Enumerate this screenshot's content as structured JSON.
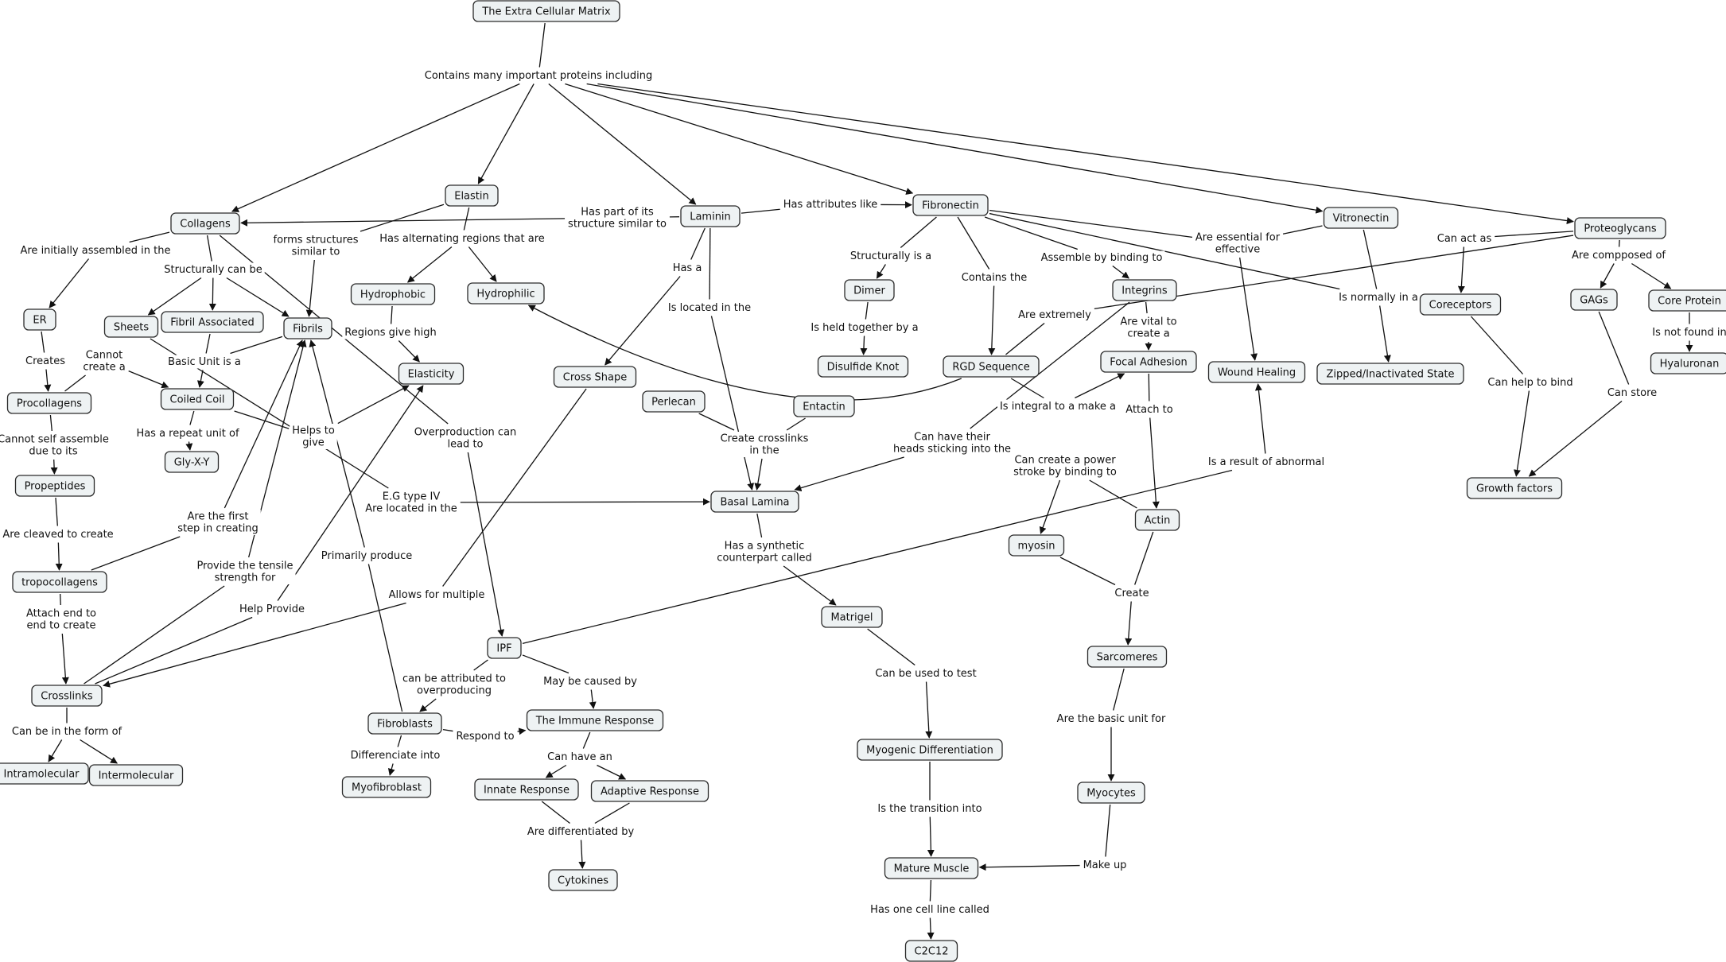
{
  "title": "The Extra Cellular Matrix",
  "concepts": {
    "ecm": "The Extra Cellular Matrix",
    "collagens": "Collagens",
    "elastin": "Elastin",
    "laminin": "Laminin",
    "fibronectin": "Fibronectin",
    "vitronectin": "Vitronectin",
    "proteoglycans": "Proteoglycans",
    "er": "ER",
    "sheets": "Sheets",
    "fibril_assoc": "Fibril Associated",
    "fibrils": "Fibrils",
    "hydrophobic": "Hydrophobic",
    "hydrophilic": "Hydrophilic",
    "elasticity": "Elasticity",
    "procollagens": "Procollagens",
    "coiled_coil": "Coiled Coil",
    "glyxy": "Gly-X-Y",
    "propeptides": "Propeptides",
    "tropocollagens": "tropocollagens",
    "crosslinks": "Crosslinks",
    "intramolecular": "Intramolecular",
    "intermolecular": "Intermolecular",
    "cross_shape": "Cross Shape",
    "perlecan": "Perlecan",
    "entactin": "Entactin",
    "basal_lamina": "Basal Lamina",
    "dimer": "Dimer",
    "disulfide": "Disulfide Knot",
    "rgd": "RGD Sequence",
    "integrins": "Integrins",
    "focal_adhesion": "Focal Adhesion",
    "wound_healing": "Wound Healing",
    "zipped": "Zipped/Inactivated State",
    "coreceptors": "Coreceptors",
    "gags": "GAGs",
    "core_protein": "Core Protein",
    "hyaluronan": "Hyaluronan",
    "growth_factors": "Growth factors",
    "actin": "Actin",
    "myosin": "myosin",
    "matrigel": "Matrigel",
    "ipf": "IPF",
    "fibroblasts": "Fibroblasts",
    "immune": "The Immune Response",
    "myofibroblast": "Myofibroblast",
    "innate": "Innate Response",
    "adaptive": "Adaptive Response",
    "cytokines": "Cytokines",
    "myogenic": "Myogenic Differentiation",
    "mature_muscle": "Mature Muscle",
    "c2c12": "C2C12",
    "sarcomeres": "Sarcomeres",
    "myocytes": "Myocytes"
  },
  "linking_phrases": {
    "contains_proteins": "Contains many important proteins including",
    "initially_assembled": "Are initially assembled in the",
    "structurally_can_be": "Structurally can be",
    "forms_structures": "forms structures\nsimilar to",
    "alternating_regions": "Has alternating regions that are",
    "part_structure": "Has part of its\nstructure similar to",
    "has_attributes": "Has attributes like",
    "has_a": "Has a",
    "located_in": "Is located in the",
    "structurally_is_a": "Structurally is a",
    "contains_the": "Contains the",
    "assemble_binding": "Assemble by binding to",
    "essential_for": "Are essential for\neffective",
    "normally_in": "Is normally in a",
    "can_act_as": "Can act as",
    "composed_of": "Are compposed of",
    "creates": "Creates",
    "cannot_create": "Cannot\ncreate a",
    "basic_unit": "Basic Unit is a",
    "regions_give_high": "Regions give high",
    "held_together": "Is held together by a",
    "are_extremely": "Are extremely",
    "vital_create": "Are vital to\ncreate a",
    "not_found_in": "Is not found in",
    "cannot_self_assemble": "Cannot self assemble\ndue to its",
    "repeat_unit": "Has a repeat unit of",
    "helps_give": "Helps to\ngive",
    "overproduction": "Overproduction can\nlead to",
    "create_crosslinks": "Create crosslinks\nin the",
    "heads_sticking": "Can have their\nheads sticking into the",
    "integral_to": "Is integral to a make a",
    "attach_to": "Attach to",
    "help_bind": "Can help to bind",
    "can_store": "Can store",
    "eg_type_iv": "E.G type IV\nAre located in the",
    "power_stroke": "Can create a power\nstroke by binding to",
    "result_abnormal": "Is a result of abnormal",
    "cleaved": "Are cleaved to create",
    "first_step": "Are the first\nstep in creating",
    "tensile": "Provide the tensile\nstrength for",
    "primarily_produce": "Primarily produce",
    "synthetic": "Has a synthetic\ncounterpart called",
    "attach_end": "Attach end to\nend to create",
    "help_provide": "Help Provide",
    "allows_multiple": "Allows for multiple",
    "create": "Create",
    "attributed": "can be attributed to\noverproducing",
    "caused_by": "May be caused by",
    "used_to_test": "Can be used to test",
    "basic_unit_for": "Are the basic unit for",
    "form_of": "Can be in the form of",
    "respond_to": "Respond to",
    "can_have_an": "Can have an",
    "differentiate_into": "Differenciate into",
    "differentiated_by": "Are differentiated by",
    "transition_into": "Is the transition into",
    "make_up": "Make up",
    "one_cell_line": "Has one cell line called"
  }
}
